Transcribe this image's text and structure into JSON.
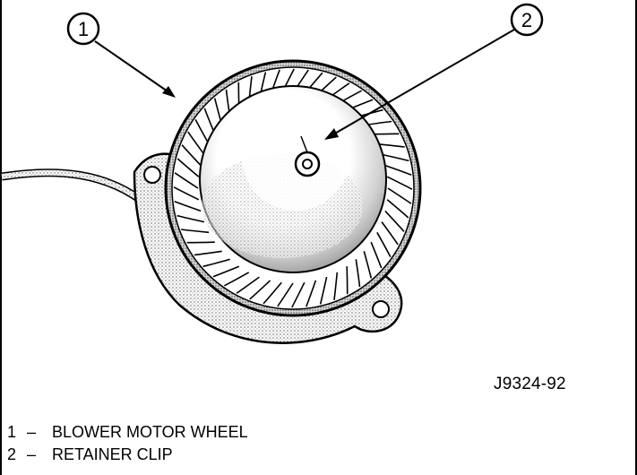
{
  "callouts": [
    {
      "number": "1"
    },
    {
      "number": "2"
    }
  ],
  "figure_id": "J9324-92",
  "legend": [
    {
      "number": "1",
      "dash": "–",
      "label": "BLOWER MOTOR WHEEL"
    },
    {
      "number": "2",
      "dash": "–",
      "label": "RETAINER CLIP"
    }
  ]
}
